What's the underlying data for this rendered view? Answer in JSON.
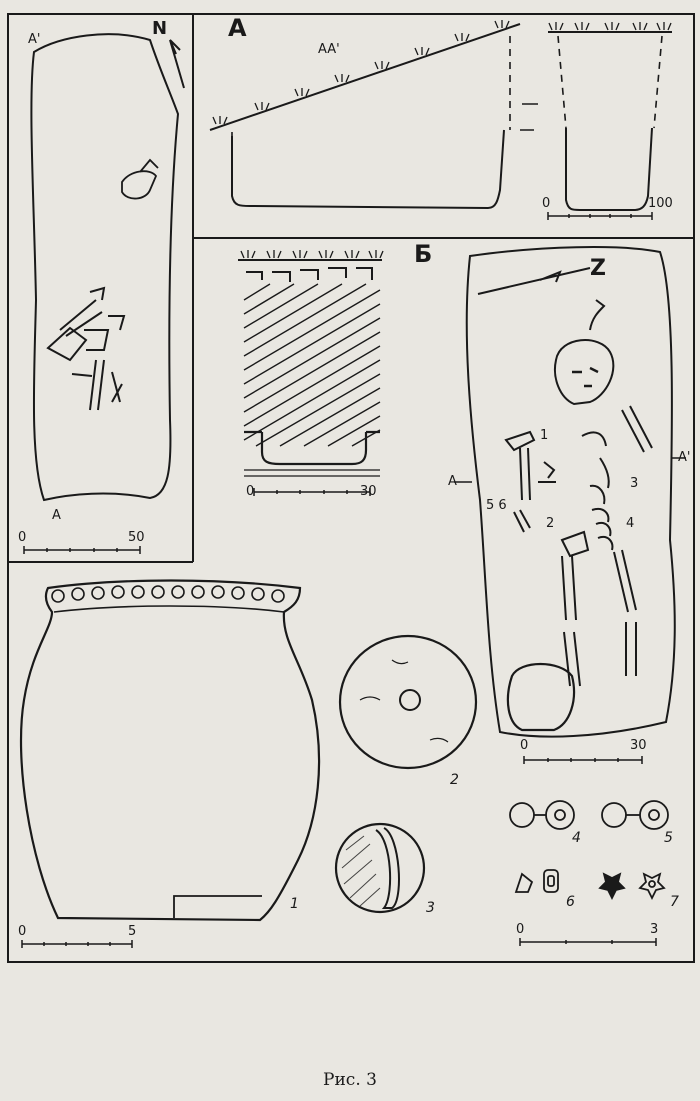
{
  "caption": "Рис. 3",
  "section_labels": {
    "a": "А",
    "b": "Б"
  },
  "north_arrow": "N",
  "sleeve_arrow_letter": "Z",
  "section_marks": {
    "a_prime": "A'",
    "a": "A",
    "aa_prime": "AA'"
  },
  "scale_bars": {
    "plan_a": {
      "start": "0",
      "end": "50"
    },
    "profile": {
      "start": "0",
      "end": "100"
    },
    "section_b": {
      "start": "0",
      "end": "30"
    },
    "burial_b": {
      "start": "0",
      "end": "30"
    },
    "vessel": {
      "start": "0",
      "end": "5"
    },
    "small_finds": {
      "start": "0",
      "end": "3"
    }
  },
  "find_numbers": [
    "1",
    "2",
    "3",
    "4",
    "5",
    "6",
    "7"
  ],
  "burial_markers": [
    "1",
    "2",
    "3",
    "4",
    "5 6"
  ],
  "colors": {
    "ink": "#1a1a1a",
    "paper": "#e9e7e1"
  }
}
